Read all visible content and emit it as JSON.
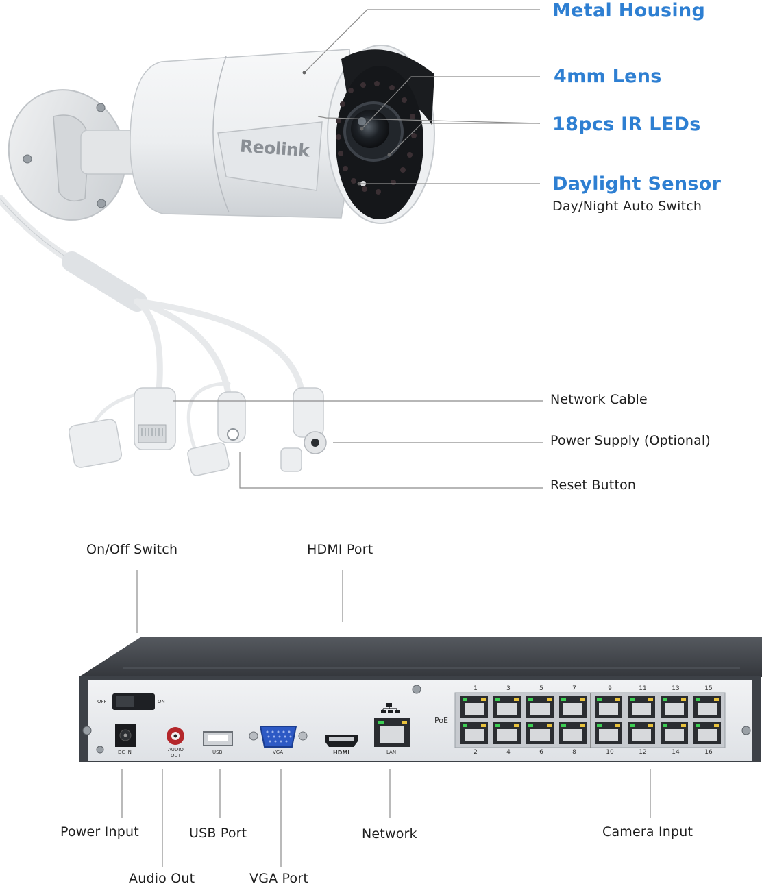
{
  "camera": {
    "brand_logo": "Reolink",
    "callouts": {
      "metal_housing": "Metal Housing",
      "lens": "4mm Lens",
      "ir_leds": "18pcs IR LEDs",
      "daylight_sensor": "Daylight Sensor",
      "daylight_sensor_sub": "Day/Night Auto Switch",
      "network_cable": "Network Cable",
      "power_supply": "Power Supply (Optional)",
      "reset_button": "Reset Button"
    }
  },
  "nvr": {
    "callouts": {
      "on_off_switch": "On/Off Switch",
      "hdmi_port": "HDMI Port",
      "power_input": "Power Input",
      "usb_port": "USB Port",
      "network": "Network",
      "camera_input": "Camera Input",
      "audio_out": "Audio Out",
      "vga_port": "VGA Port"
    },
    "panel_text": {
      "switch_off": "OFF",
      "switch_on": "ON",
      "dc_in": "DC IN",
      "audio_out_line1": "AUDIO",
      "audio_out_line2": "OUT",
      "usb": "USB",
      "vga": "VGA",
      "hdmi": "HDMI",
      "lan": "LAN",
      "poe": "PoE"
    },
    "poe_top_numbers": [
      "1",
      "3",
      "5",
      "7",
      "9",
      "11",
      "13",
      "15"
    ],
    "poe_bottom_numbers": [
      "2",
      "4",
      "6",
      "8",
      "10",
      "12",
      "14",
      "16"
    ]
  },
  "colors": {
    "callout_blue": "#2e7fd2",
    "leader_line": "#8c8c8c",
    "nvr_body": "#3d4147",
    "nvr_panel": "#e9ebee"
  }
}
